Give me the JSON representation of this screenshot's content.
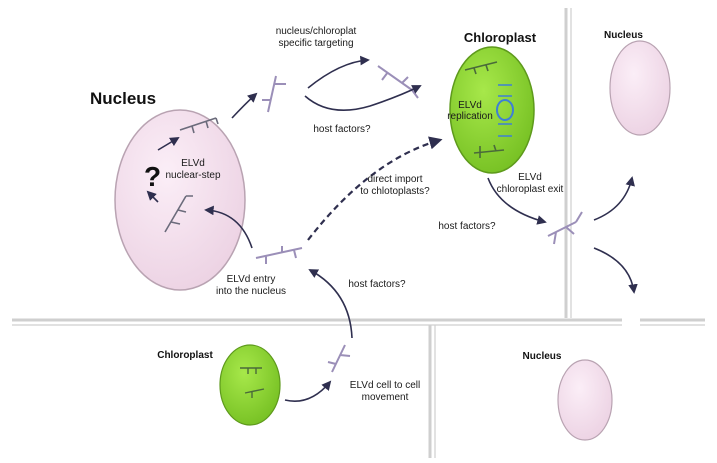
{
  "colors": {
    "nucleus_fill": "#f2dceb",
    "nucleus_stroke": "#b9a3b2",
    "chloroplast_fill": "#8ed430",
    "chloroplast_stroke": "#5e9a1c",
    "arrow": "#2f2f4f",
    "viroid": "#9b8fb8",
    "membrane": "#cfcfcf"
  },
  "labels": {
    "nucleus_main": "Nucleus",
    "nucleus_question": "?",
    "nuclear_step_line1": "ELVd",
    "nuclear_step_line2": "nuclear-step",
    "targeting_line1": "nucleus/chloroplat",
    "targeting_line2": "specific targeting",
    "host_factors_top": "host factors?",
    "chloroplast_main": "Chloroplast",
    "replication_line1": "ELVd",
    "replication_line2": "replication",
    "exit_line1": "ELVd",
    "exit_line2": "chloroplast exit",
    "host_factors_mid": "host factors?",
    "direct_import_line1": "direct import",
    "direct_import_line2": "to chlotoplasts?",
    "entry_line1": "ELVd entry",
    "entry_line2": "into the nucleus",
    "host_factors_low": "host factors?",
    "nucleus_right_top": "Nucleus",
    "chloroplast_bottom": "Chloroplast",
    "movement_line1": "ELVd cell to cell",
    "movement_line2": "movement",
    "nucleus_bottom": "Nucleus"
  }
}
